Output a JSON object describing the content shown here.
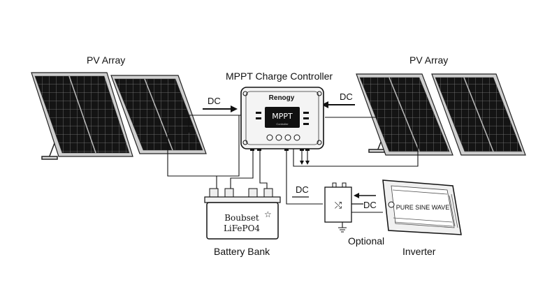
{
  "labels": {
    "pv_left": "PV Array",
    "pv_right": "PV Array",
    "controller": "MPPT Charge Controller",
    "dc_left": "DC",
    "dc_right": "DC",
    "dc_lower": "DC",
    "dc_inverter": "DC",
    "battery_bank": "Battery Bank",
    "optional": "Optional",
    "inverter": "Inverter"
  },
  "controller": {
    "brand": "Renogy",
    "display": "MPPT",
    "sub": "Controller"
  },
  "battery": {
    "line1": "Boubset",
    "line2": "LiFePO4"
  },
  "inverter_panel": {
    "text": "PURE SINE WAVE"
  },
  "colors": {
    "line": "#111111",
    "panel_cell": "#1a1a1a",
    "panel_frame": "#bdbdbd",
    "display_bg": "#111111"
  }
}
